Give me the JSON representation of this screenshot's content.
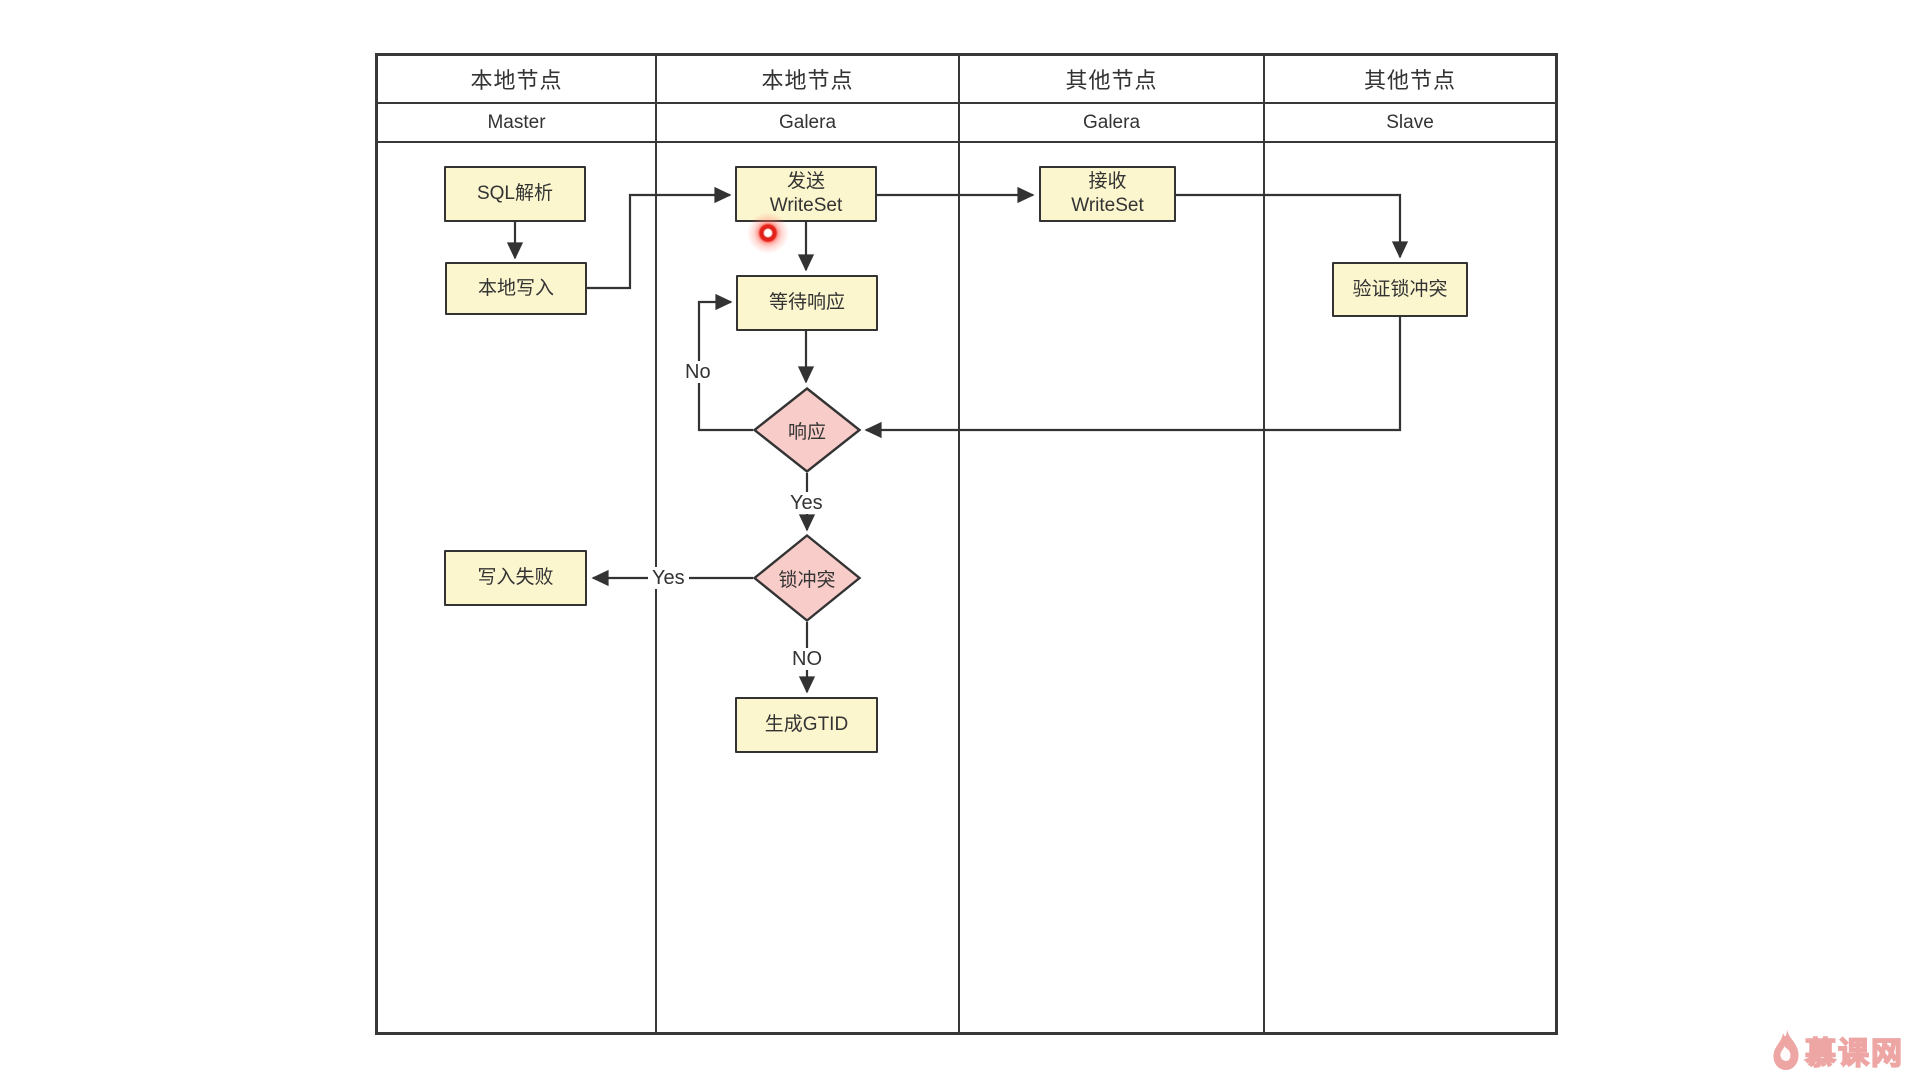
{
  "header": {
    "lanes": [
      {
        "group": "本地节点",
        "role": "Master"
      },
      {
        "group": "本地节点",
        "role": "Galera"
      },
      {
        "group": "其他节点",
        "role": "Galera"
      },
      {
        "group": "其他节点",
        "role": "Slave"
      }
    ]
  },
  "nodes": {
    "sql_parse": "SQL解析",
    "local_write": "本地写入",
    "send_writeset_line1": "发送",
    "send_writeset_line2": "WriteSet",
    "recv_writeset_line1": "接收",
    "recv_writeset_line2": "WriteSet",
    "wait_response": "等待响应",
    "verify_lock_conflict": "验证锁冲突",
    "response_decision": "响应",
    "lock_conflict_decision": "锁冲突",
    "write_fail": "写入失败",
    "generate_gtid": "生成GTID"
  },
  "edge_labels": {
    "response_no": "No",
    "response_yes": "Yes",
    "conflict_yes": "Yes",
    "conflict_no": "NO"
  },
  "watermark": {
    "brand": "慕课网"
  },
  "colors": {
    "process_fill": "#FBF6CE",
    "decision_fill": "#F8CCC9",
    "line": "#333333",
    "laser": "#E3231A",
    "watermark": "#EDA6A4"
  }
}
